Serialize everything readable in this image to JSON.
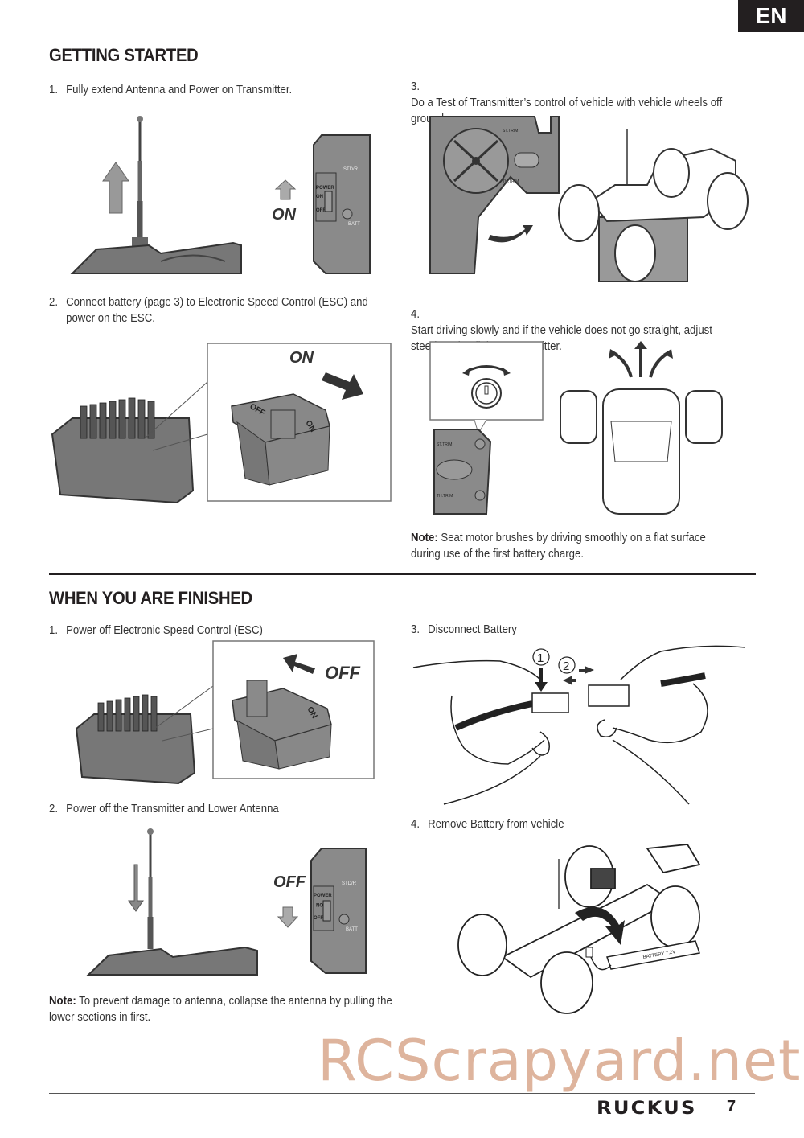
{
  "header": {
    "language_tab": "EN"
  },
  "getting_started": {
    "title": "GETTING STARTED",
    "steps": [
      {
        "num": "1.",
        "text": "Fully extend Antenna and Power on Transmitter."
      },
      {
        "num": "2.",
        "text": "Connect battery (page 3) to Electronic Speed Control (ESC) and power on the ESC."
      },
      {
        "num": "3.",
        "text": "Do a Test of Transmitter’s control of vehicle with vehicle wheels off ground."
      },
      {
        "num": "4.",
        "text": "Start driving slowly and if the vehicle does not go straight, adjust steering trim dial on Transmitter."
      }
    ],
    "note": {
      "label": "Note:",
      "text": " Seat motor brushes by driving smoothly on a flat surface during use of the first battery charge."
    },
    "illustrations": {
      "tx_on_label": "ON",
      "tx_power_label": "POWER",
      "tx_on_small": "ON",
      "tx_off_small": "OFF",
      "tx_std_label": "STD/R",
      "tx_batt_label": "BATT",
      "esc_on_label": "ON",
      "esc_switch_off": "OFF",
      "esc_switch_on": "ON",
      "st_trim_label": "ST.TRIM",
      "th_trim_label": "TH.TRIM"
    }
  },
  "when_finished": {
    "title": "WHEN YOU ARE FINISHED",
    "steps": [
      {
        "num": "1.",
        "text": "Power off Electronic Speed Control (ESC)"
      },
      {
        "num": "2.",
        "text": "Power off the Transmitter and Lower Antenna"
      },
      {
        "num": "3.",
        "text": "Disconnect Battery"
      },
      {
        "num": "4.",
        "text": "Remove Battery from vehicle"
      }
    ],
    "note": {
      "label": "Note:",
      "text": " To prevent damage to antenna, collapse the antenna by pulling the lower sections in first."
    },
    "illustrations": {
      "esc_off_label": "OFF",
      "esc_switch_on": "ON",
      "tx_off_label": "OFF",
      "tx_power_label": "POWER",
      "tx_on_small": "ON",
      "tx_off_small": "OFF",
      "tx_std_label": "STD/R",
      "tx_batt_label": "BATT",
      "disconnect_step_1": "1",
      "disconnect_step_2": "2",
      "battery_label": "BATTERY 7.2V"
    }
  },
  "footer": {
    "watermark": "RCScrapyard.net",
    "brand": "RUCKUS",
    "page_number": "7"
  }
}
